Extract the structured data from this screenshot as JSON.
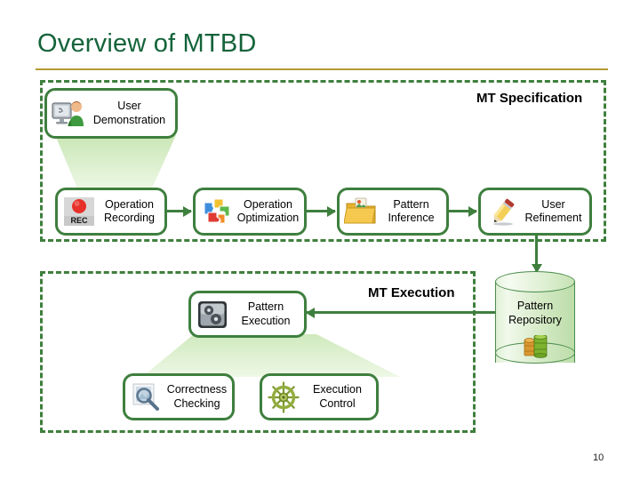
{
  "slide": {
    "title": "Overview of MTBD",
    "page_number": "10",
    "accent_green": "#3e7f3e",
    "title_green": "#14633a",
    "rule_gold": "#b79a32"
  },
  "groups": [
    {
      "id": "spec",
      "label": "MT Specification"
    },
    {
      "id": "exec",
      "label": "MT Execution"
    }
  ],
  "nodes": {
    "user_demonstration": {
      "line1": "User",
      "line2": "Demonstration",
      "icon": "user-monitor-icon"
    },
    "operation_recording": {
      "line1": "Operation",
      "line2": "Recording",
      "icon": "rec-button-icon"
    },
    "operation_optimization": {
      "line1": "Operation",
      "line2": "Optimization",
      "icon": "puzzle-pieces-icon"
    },
    "pattern_inference": {
      "line1": "Pattern",
      "line2": "Inference",
      "icon": "folder-photos-icon"
    },
    "user_refinement": {
      "line1": "User",
      "line2": "Refinement",
      "icon": "pencil-icon"
    },
    "pattern_execution": {
      "line1": "Pattern",
      "line2": "Execution",
      "icon": "gears-icon"
    },
    "correctness_checking": {
      "line1": "Correctness",
      "line2": "Checking",
      "icon": "magnifier-icon"
    },
    "execution_control": {
      "line1": "Execution",
      "line2": "Control",
      "icon": "ship-wheel-icon"
    }
  },
  "repository": {
    "line1": "Pattern",
    "line2": "Repository",
    "icon": "database-cylinders-icon"
  }
}
